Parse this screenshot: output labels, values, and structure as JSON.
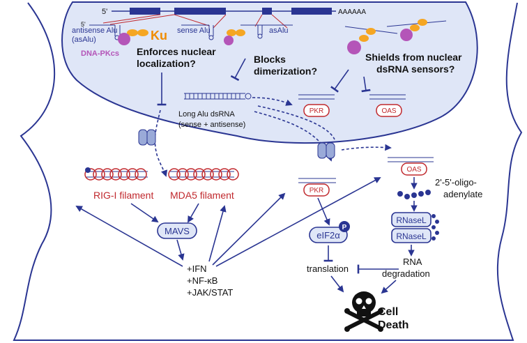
{
  "colors": {
    "navy": "#2a3592",
    "nucleus_fill": "#dfe6f7",
    "red": "#c0282d",
    "orange": "#f5a623",
    "purple": "#b455b8"
  },
  "gene": {
    "five_prime": "5'",
    "polyA": "AAAAAA"
  },
  "nucleus": {
    "antisense_alu": "antisense Alu",
    "antisense_alu_abbr": "(asAlu)",
    "sense_alu": "sense Alu",
    "as_alu": "asAlu",
    "five_prime_label": "5'",
    "ku": "Ku",
    "dna_pkcs": "DNA-PKcs",
    "enforces_line1": "Enforces nuclear",
    "enforces_line2": "localization?",
    "blocks_line1": "Blocks",
    "blocks_line2": "dimerization?",
    "shields_line1": "Shields from nuclear",
    "shields_line2": "dsRNA sensors?",
    "pkr": "PKR",
    "oas": "OAS",
    "long_alu_line1": "Long Alu dsRNA",
    "long_alu_line2": "(sense + antisense)"
  },
  "cytoplasm": {
    "rig_i": "RIG-I filament",
    "mda5": "MDA5 filament",
    "mavs": "MAVS",
    "ifn": "+IFN",
    "nfkb": "+NF-κB",
    "jakstat": "+JAK/STAT",
    "pkr": "PKR",
    "eif2a": "eIF2α",
    "phospho": "P",
    "translation": "translation",
    "oas": "OAS",
    "oligo_line1": "2'-5'-oligo-",
    "oligo_line2": "adenylate",
    "rnasel": "RNaseL",
    "rna_line1": "RNA",
    "rna_line2": "degradation",
    "cell_line1": "Cell",
    "cell_line2": "Death"
  }
}
